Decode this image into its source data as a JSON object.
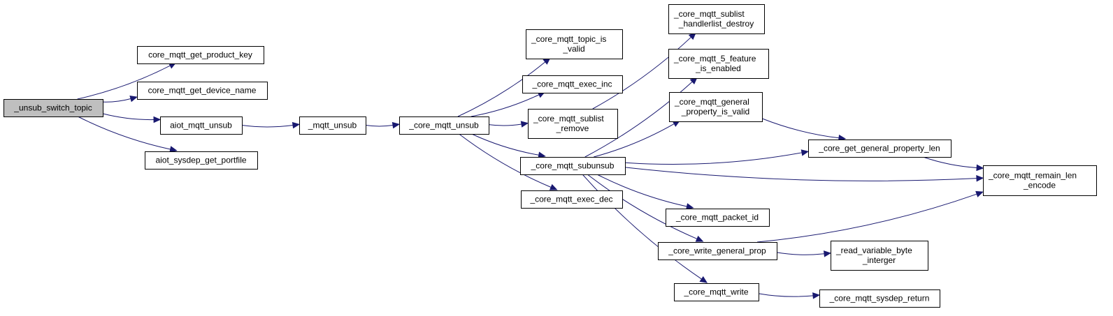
{
  "graph": {
    "colors": {
      "edge": "#191970",
      "node_fill": "#ffffff",
      "root_fill": "#bfbfbf",
      "border": "#000000"
    },
    "nodes": [
      {
        "id": "unsub_switch_topic",
        "lines": [
          "_unsub_switch_topic"
        ],
        "root": true
      },
      {
        "id": "get_product_key",
        "lines": [
          "core_mqtt_get_product_key"
        ]
      },
      {
        "id": "get_device_name",
        "lines": [
          "core_mqtt_get_device_name"
        ]
      },
      {
        "id": "aiot_mqtt_unsub",
        "lines": [
          "aiot_mqtt_unsub"
        ]
      },
      {
        "id": "sysdep_get_portfile",
        "lines": [
          "aiot_sysdep_get_portfile"
        ]
      },
      {
        "id": "mqtt_unsub",
        "lines": [
          "_mqtt_unsub"
        ]
      },
      {
        "id": "core_mqtt_unsub",
        "lines": [
          "_core_mqtt_unsub"
        ]
      },
      {
        "id": "topic_is_valid",
        "lines": [
          "_core_mqtt_topic_is",
          "_valid"
        ]
      },
      {
        "id": "exec_inc",
        "lines": [
          "_core_mqtt_exec_inc"
        ]
      },
      {
        "id": "sublist_remove",
        "lines": [
          "_core_mqtt_sublist",
          "_remove"
        ]
      },
      {
        "id": "subunsub",
        "lines": [
          "_core_mqtt_subunsub"
        ]
      },
      {
        "id": "exec_dec",
        "lines": [
          "_core_mqtt_exec_dec"
        ]
      },
      {
        "id": "handlerlist_destroy",
        "lines": [
          "_core_mqtt_sublist",
          "_handlerlist_destroy"
        ]
      },
      {
        "id": "feature_enabled",
        "lines": [
          "_core_mqtt_5_feature",
          "_is_enabled"
        ]
      },
      {
        "id": "general_property_valid",
        "lines": [
          "_core_mqtt_general",
          "_property_is_valid"
        ]
      },
      {
        "id": "packet_id",
        "lines": [
          "_core_mqtt_packet_id"
        ]
      },
      {
        "id": "write_general_prop",
        "lines": [
          "_core_write_general_prop"
        ]
      },
      {
        "id": "mqtt_write",
        "lines": [
          "_core_mqtt_write"
        ]
      },
      {
        "id": "get_general_property_len",
        "lines": [
          "_core_get_general_property_len"
        ]
      },
      {
        "id": "read_variable_byte",
        "lines": [
          "_read_variable_byte",
          "_interger"
        ]
      },
      {
        "id": "sysdep_return",
        "lines": [
          "_core_mqtt_sysdep_return"
        ]
      },
      {
        "id": "remain_len_encode",
        "lines": [
          "_core_mqtt_remain_len",
          "_encode"
        ]
      }
    ],
    "edges": [
      [
        "unsub_switch_topic",
        "get_product_key"
      ],
      [
        "unsub_switch_topic",
        "get_device_name"
      ],
      [
        "unsub_switch_topic",
        "aiot_mqtt_unsub"
      ],
      [
        "unsub_switch_topic",
        "sysdep_get_portfile"
      ],
      [
        "aiot_mqtt_unsub",
        "mqtt_unsub"
      ],
      [
        "mqtt_unsub",
        "core_mqtt_unsub"
      ],
      [
        "core_mqtt_unsub",
        "topic_is_valid"
      ],
      [
        "core_mqtt_unsub",
        "exec_inc"
      ],
      [
        "core_mqtt_unsub",
        "sublist_remove"
      ],
      [
        "core_mqtt_unsub",
        "subunsub"
      ],
      [
        "core_mqtt_unsub",
        "exec_dec"
      ],
      [
        "sublist_remove",
        "handlerlist_destroy"
      ],
      [
        "subunsub",
        "feature_enabled"
      ],
      [
        "subunsub",
        "general_property_valid"
      ],
      [
        "subunsub",
        "get_general_property_len"
      ],
      [
        "subunsub",
        "remain_len_encode"
      ],
      [
        "subunsub",
        "packet_id"
      ],
      [
        "subunsub",
        "write_general_prop"
      ],
      [
        "subunsub",
        "mqtt_write"
      ],
      [
        "general_property_valid",
        "get_general_property_len"
      ],
      [
        "get_general_property_len",
        "remain_len_encode"
      ],
      [
        "write_general_prop",
        "remain_len_encode"
      ],
      [
        "write_general_prop",
        "read_variable_byte"
      ],
      [
        "mqtt_write",
        "sysdep_return"
      ]
    ]
  }
}
